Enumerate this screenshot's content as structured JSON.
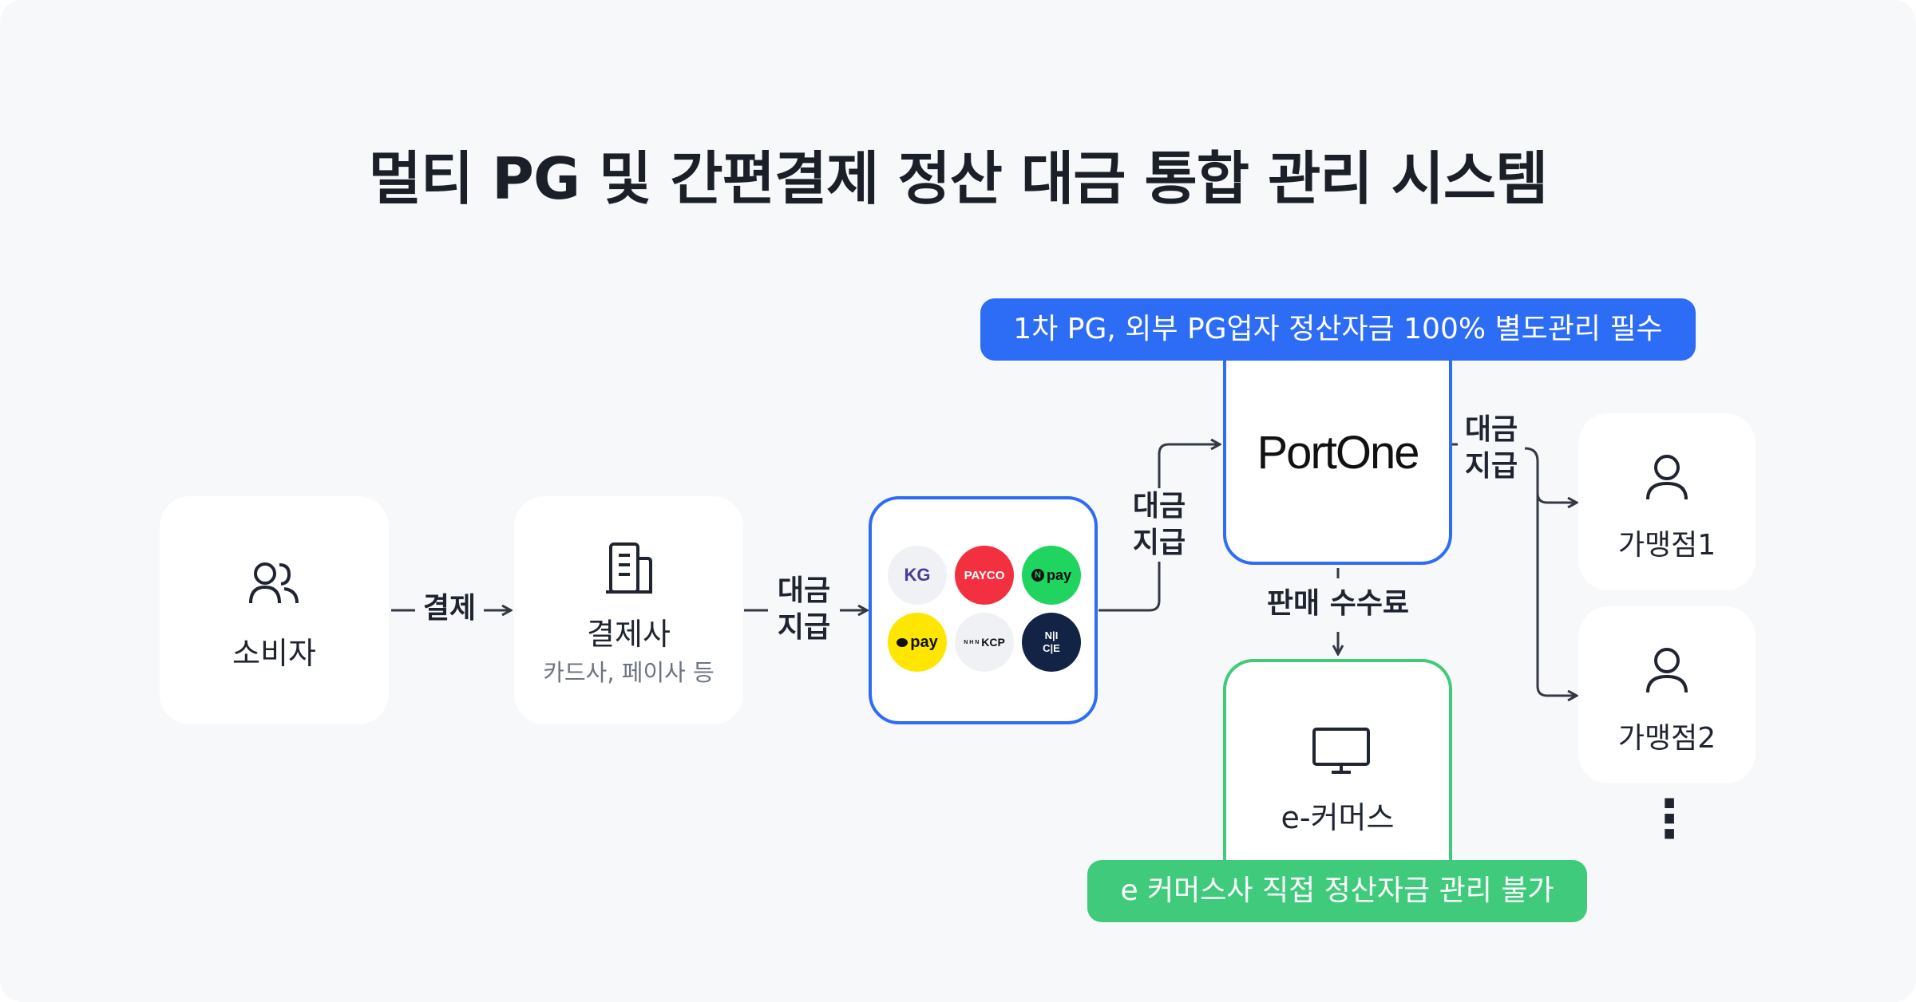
{
  "title": "멀티 PG 및 간편결제 정산 대금 통합 관리 시스템",
  "consumer": {
    "label": "소비자",
    "icon": "users-icon"
  },
  "payment_company": {
    "label": "결제사",
    "sub": "카드사, 페이사 등",
    "icon": "building-icon"
  },
  "pg_logos": [
    {
      "name": "kg-logo",
      "text": "KG",
      "bg": "#eff1f4",
      "fg": "#4a3a9a"
    },
    {
      "name": "payco-logo",
      "text": "PAYCO",
      "bg": "#f3303f",
      "fg": "#ffffff"
    },
    {
      "name": "npay-logo",
      "text": "pay",
      "badge": "N",
      "bg": "#1fd45f",
      "fg": "#111111"
    },
    {
      "name": "kakaopay-logo",
      "text": "pay",
      "bg": "#ffe600",
      "fg": "#111111"
    },
    {
      "name": "nhn-kcp-logo",
      "text": "KCP",
      "prefix": "N H N",
      "bg": "#eff1f4",
      "fg": "#111111"
    },
    {
      "name": "nice-logo",
      "text": "N I C E",
      "bg": "#122345",
      "fg": "#ffffff"
    }
  ],
  "portone": {
    "logo_text": "PortOne"
  },
  "merchants": [
    {
      "label": "가맹점1",
      "icon": "person-icon"
    },
    {
      "label": "가맹점2",
      "icon": "person-icon"
    }
  ],
  "ecommerce": {
    "label": "e-커머스",
    "icon": "monitor-icon"
  },
  "edges": {
    "payment": "결제",
    "settle_1": [
      "대금",
      "지급"
    ],
    "settle_2": [
      "대금",
      "지급"
    ],
    "settle_3": [
      "대금",
      "지급"
    ],
    "fee": "판매 수수료"
  },
  "badges": {
    "blue": "1차 PG, 외부 PG업자 정산자금 100% 별도관리 필수",
    "green": "e 커머스사 직접 정산자금 관리 불가"
  },
  "colors": {
    "blue": "#2d6cf5",
    "green": "#3fcb7b",
    "line": "#333a44",
    "text": "#1f2530"
  },
  "more_indicator": "⋮"
}
